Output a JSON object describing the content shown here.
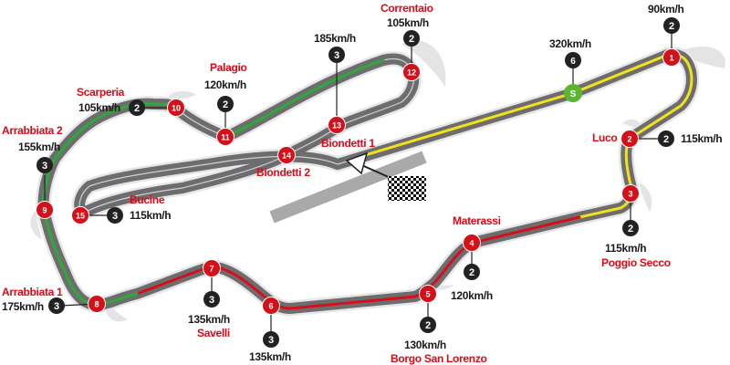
{
  "colors": {
    "asphalt": "#6d6d70",
    "kerb": "#d6d6d6",
    "corner_red": "#d4101b",
    "gear_dark": "#222222",
    "start_green": "#5bb531",
    "name_red": "#e30613",
    "zone_green": "#2ea836",
    "zone_yellow": "#f2e21a",
    "zone_red": "#d4101b"
  },
  "start_marker": {
    "label": "S",
    "gear": "6",
    "speed": "320km/h"
  },
  "corners": [
    {
      "num": "1",
      "name": "",
      "gear": "2",
      "speed": "90km/h"
    },
    {
      "num": "2",
      "name": "Luco",
      "gear": "2",
      "speed": "115km/h"
    },
    {
      "num": "3",
      "name": "Poggio Secco",
      "gear": "2",
      "speed": "115km/h"
    },
    {
      "num": "4",
      "name": "Materassi",
      "gear": "2",
      "speed": "120km/h"
    },
    {
      "num": "5",
      "name": "Borgo San Lorenzo",
      "gear": "2",
      "speed": "130km/h"
    },
    {
      "num": "6",
      "name": "",
      "gear": "3",
      "speed": "135km/h"
    },
    {
      "num": "7",
      "name": "Savelli",
      "gear": "3",
      "speed": "135km/h"
    },
    {
      "num": "8",
      "name": "Arrabbiata 1",
      "gear": "3",
      "speed": "175km/h"
    },
    {
      "num": "9",
      "name": "Arrabbiata 2",
      "gear": "3",
      "speed": "155km/h"
    },
    {
      "num": "10",
      "name": "Scarperia",
      "gear": "2",
      "speed": "105km/h"
    },
    {
      "num": "11",
      "name": "Palagio",
      "gear": "2",
      "speed": "120km/h"
    },
    {
      "num": "12",
      "name": "Correntaio",
      "gear": "2",
      "speed": "105km/h"
    },
    {
      "num": "13",
      "name": "Biondetti 1",
      "gear": "3",
      "speed": "185km/h"
    },
    {
      "num": "14",
      "name": "Biondetti 2",
      "gear": "",
      "speed": ""
    },
    {
      "num": "15",
      "name": "Bucine",
      "gear": "3",
      "speed": "115km/h"
    }
  ]
}
